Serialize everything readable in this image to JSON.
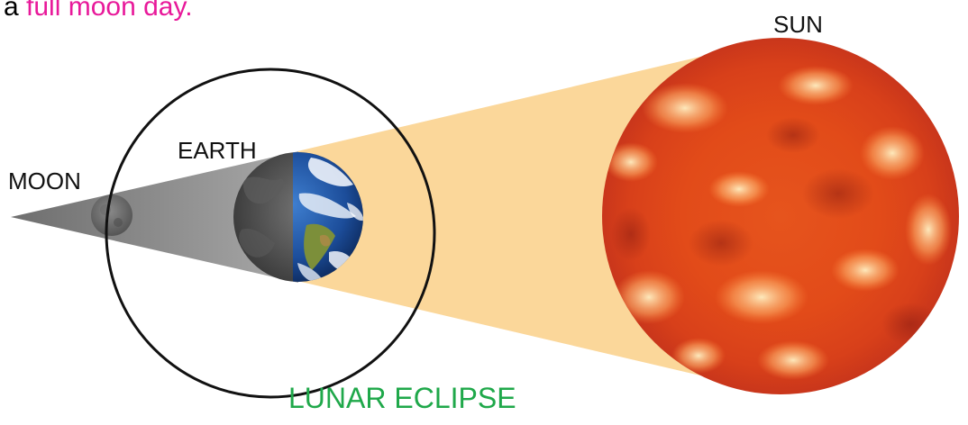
{
  "caption": {
    "prefix": "a ",
    "highlight": "full moon day."
  },
  "labels": {
    "sun": "SUN",
    "earth": "EARTH",
    "moon": "MOON",
    "title": "LUNAR ECLIPSE"
  },
  "colors": {
    "highlight": "#e8199a",
    "title": "#1fa84a",
    "sunlight_beam": "#fbd79a",
    "umbra": "#8c8c8c",
    "orbit": "#111111"
  }
}
